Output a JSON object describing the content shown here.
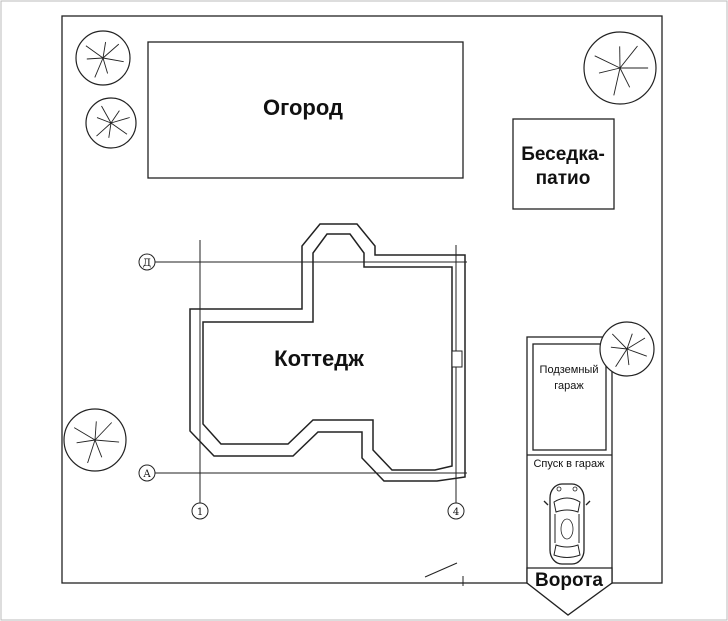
{
  "labels": {
    "garden": "Огород",
    "gazebo_line1": "Беседка-",
    "gazebo_line2": "патио",
    "cottage": "Коттедж",
    "garage_line1": "Подземный",
    "garage_line2": "гараж",
    "ramp": "Спуск в гараж",
    "gate": "Ворота"
  },
  "axes": {
    "d": "Д",
    "a": "А",
    "one": "1",
    "four": "4"
  },
  "colors": {
    "line": "#222222",
    "background": "#ffffff"
  }
}
